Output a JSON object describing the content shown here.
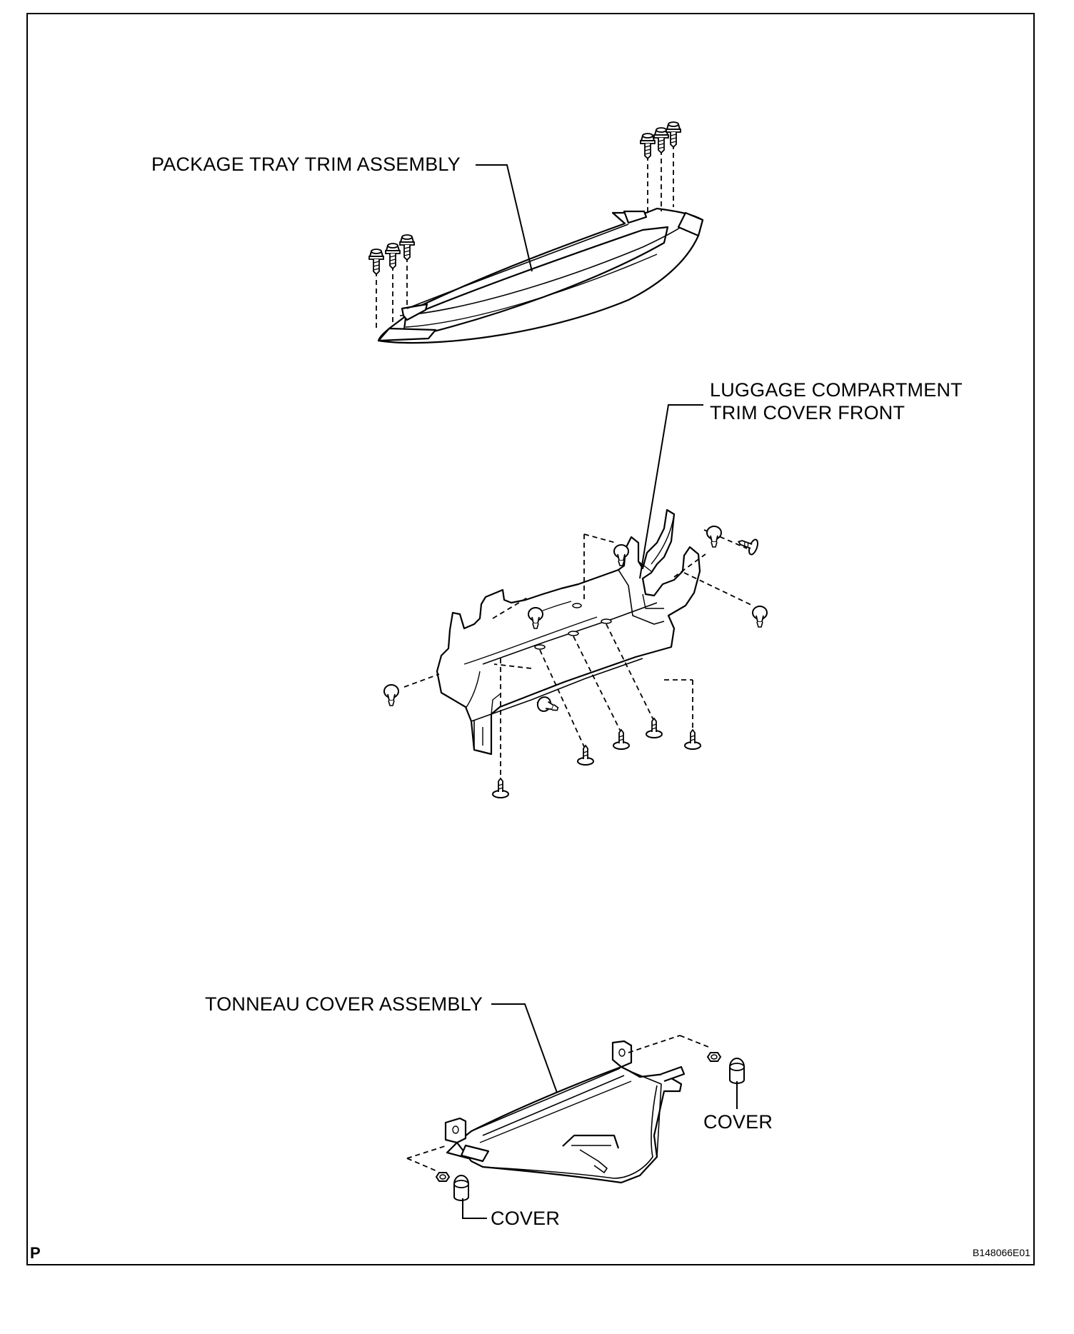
{
  "labels": {
    "package_tray": "PACKAGE TRAY TRIM ASSEMBLY",
    "luggage_line1": "LUGGAGE COMPARTMENT",
    "luggage_line2": "TRIM COVER FRONT",
    "tonneau": "TONNEAU COVER ASSEMBLY",
    "cover_right": "COVER",
    "cover_left": "COVER"
  },
  "footer": {
    "corner_mark": "P",
    "figure_code": "B148066E01"
  }
}
